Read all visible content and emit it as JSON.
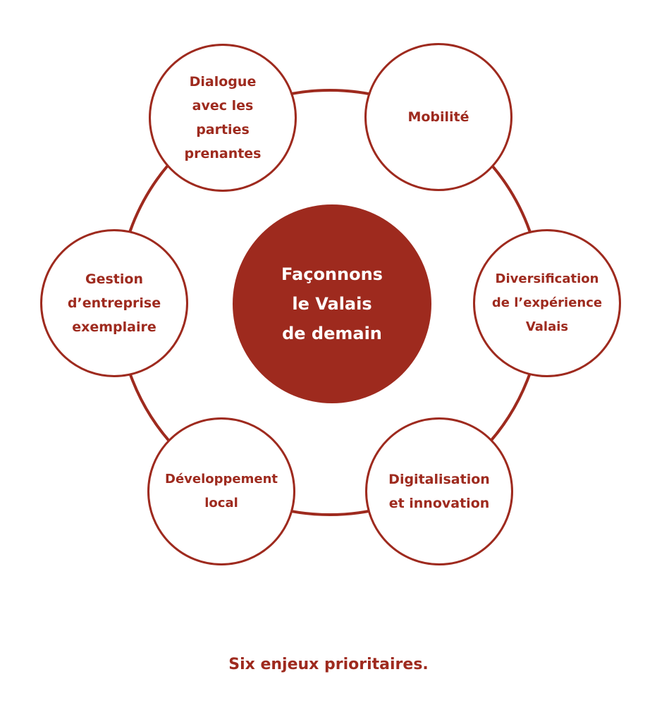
{
  "center": {
    "label": "Façonnons\nle Valais\nde demain"
  },
  "nodes": [
    {
      "label": "Dialogue\navec les\nparties\nprenantes"
    },
    {
      "label": "Mobilité"
    },
    {
      "label": "Diversification\nde l’expérience\nValais"
    },
    {
      "label": "Digitalisation\net innovation"
    },
    {
      "label": "Développement\nlocal"
    },
    {
      "label": "Gestion\nd’entreprise\nexemplaire"
    }
  ],
  "caption": "Six enjeux prioritaires.",
  "colors": {
    "accent": "#9e2a1e",
    "background": "#ffffff"
  }
}
